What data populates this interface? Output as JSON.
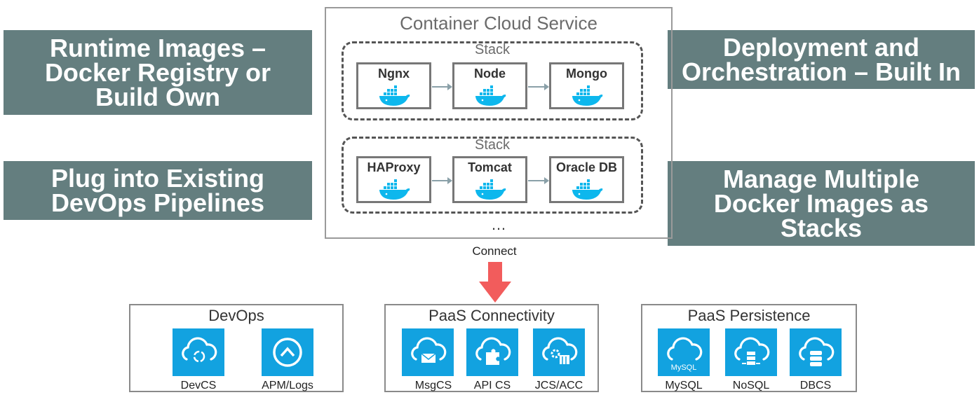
{
  "banners": {
    "runtime": "Runtime Images –\nDocker Registry or\nBuild Own",
    "plug": "Plug into Existing\nDevOps Pipelines",
    "deploy": "Deployment and\nOrchestration – Built In",
    "manage": "Manage Multiple\nDocker Images as\nStacks"
  },
  "container_cloud": {
    "title": "Container Cloud Service",
    "stacks": [
      {
        "label": "Stack",
        "containers": [
          "Ngnx",
          "Node",
          "Mongo"
        ]
      },
      {
        "label": "Stack",
        "containers": [
          "HAProxy",
          "Tomcat",
          "Oracle DB"
        ]
      }
    ],
    "more": "…"
  },
  "connect_label": "Connect",
  "groups": {
    "devops": {
      "title": "DevOps",
      "items": [
        "DevCS",
        "APM/Logs"
      ]
    },
    "connectivity": {
      "title": "PaaS Connectivity",
      "items": [
        "MsgCS",
        "API CS",
        "JCS/ACC"
      ]
    },
    "persistence": {
      "title": "PaaS Persistence",
      "items": [
        "MySQL",
        "NoSQL",
        "DBCS"
      ]
    }
  },
  "mysql_logo_text": "MySQL",
  "colors": {
    "banner": "#647e7f",
    "tile": "#12a2e0",
    "arrow": "#f25c5c",
    "whale": "#0db7ed"
  }
}
